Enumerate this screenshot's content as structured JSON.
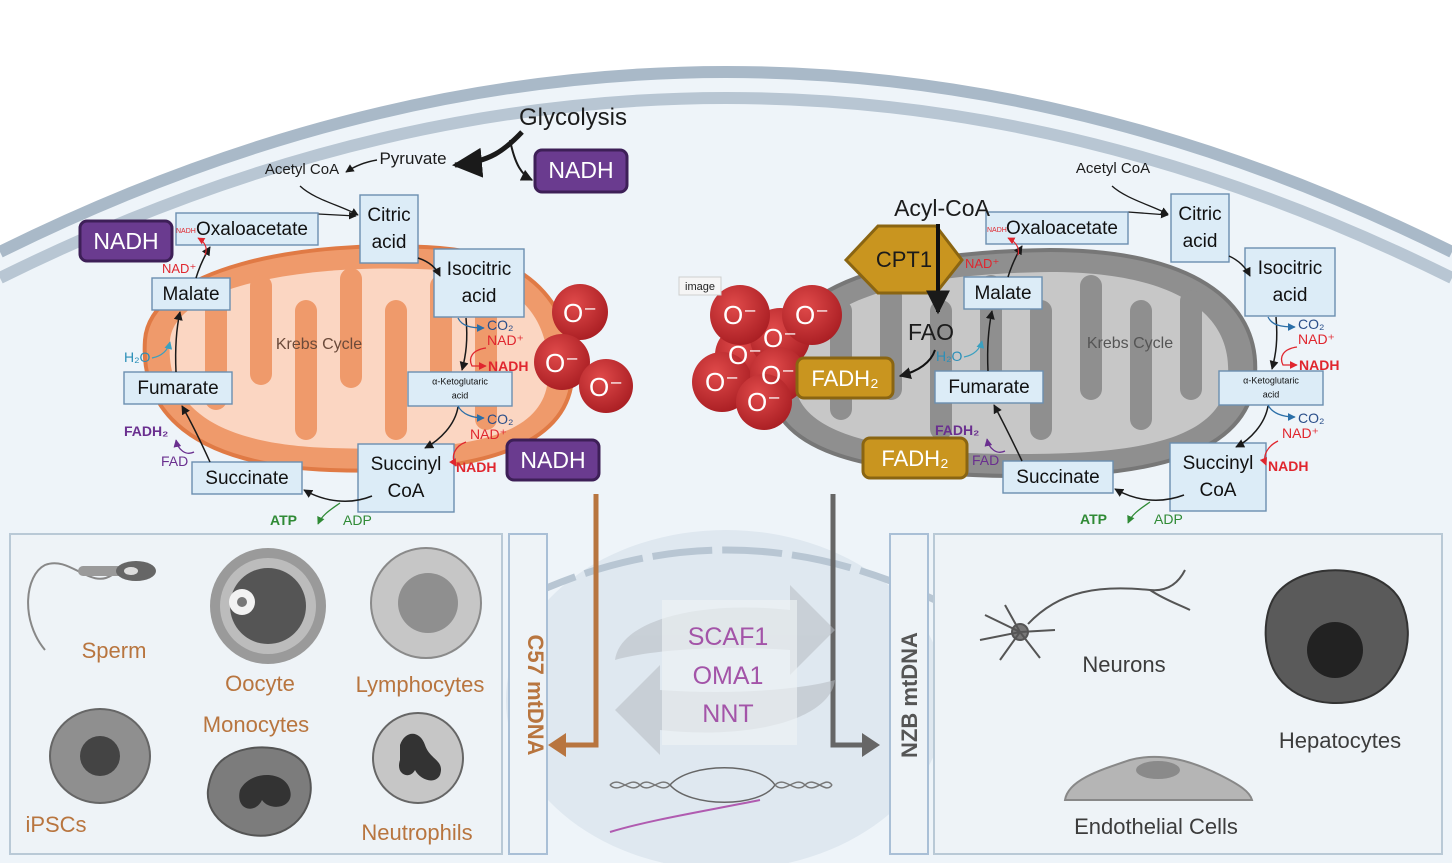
{
  "colors": {
    "nadh_badge": "#6a3b8f",
    "fadh2_badge": "#c9951f",
    "superoxide": "#c8262b",
    "mito_c57": "#ef9a6b",
    "mito_nzb": "#9a9a9a",
    "c57_arrow": "#b8753f",
    "nzb_arrow": "#666666",
    "rbp_text": "#a354a8",
    "cell_membrane": "#a9b9c8"
  },
  "top": {
    "glycolysis": "Glycolysis",
    "pyruvate": "Pyruvate",
    "nadh": "NADH"
  },
  "left_cycle": {
    "acetyl_coa": "Acetyl CoA",
    "krebs": "Krebs Cycle",
    "boxes": {
      "oxaloacetate": "Oxaloacetate",
      "citric_1": "Citric",
      "citric_2": "acid",
      "isocitric_1": "Isocitric",
      "isocitric_2": "acid",
      "akg_1": "α-Ketoglutaric",
      "akg_2": "acid",
      "succinyl_1": "Succinyl",
      "succinyl_2": "CoA",
      "succinate": "Succinate",
      "fumarate": "Fumarate",
      "malate": "Malate"
    },
    "nadh_left": "NADH",
    "nadh_bottom": "NADH",
    "nadh_small": "NADH",
    "nad_plus": "NAD⁺",
    "co2": "CO₂",
    "nad_plus_1": "NAD⁺",
    "nadh_1": "NADH",
    "co2_2": "CO₂",
    "nad_plus_2": "NAD⁺",
    "nadh_2": "NADH",
    "h2o": "H₂O",
    "fadh2": "FADH₂",
    "fad": "FAD",
    "atp": "ATP",
    "adp": "ADP",
    "ros": [
      "O⁻",
      "O⁻",
      "O⁻"
    ]
  },
  "right_cycle": {
    "acetyl_coa": "Acetyl CoA",
    "acyl_coa": "Acyl-CoA",
    "cpt1": "CPT1",
    "fao": "FAO",
    "krebs": "Krebs Cycle",
    "image_tag": "image",
    "boxes": {
      "oxaloacetate": "Oxaloacetate",
      "citric_1": "Citric",
      "citric_2": "acid",
      "isocitric_1": "Isocitric",
      "isocitric_2": "acid",
      "akg_1": "α-Ketoglutaric",
      "akg_2": "acid",
      "succinyl_1": "Succinyl",
      "succinyl_2": "CoA",
      "succinate": "Succinate",
      "fumarate": "Fumarate",
      "malate": "Malate"
    },
    "fadh2_a": "FADH₂",
    "fadh2_b": "FADH₂",
    "nadh_small": "NADH",
    "nad_plus": "NAD⁺",
    "co2": "CO₂",
    "nad_plus_1": "NAD⁺",
    "nadh_1": "NADH",
    "co2_2": "CO₂",
    "nad_plus_2": "NAD⁺",
    "nadh_2": "NADH",
    "h2o": "H₂O",
    "fadh2": "FADH₂",
    "fad": "FAD",
    "atp": "ATP",
    "adp": "ADP",
    "ros": [
      "O⁻",
      "O⁻",
      "O⁻",
      "O⁻",
      "O⁻",
      "O⁻",
      "O⁻"
    ]
  },
  "lower": {
    "c57_label": "C57 mtDNA",
    "nzb_label": "NZB mtDNA",
    "rbps": [
      "SCAF1",
      "OMA1",
      "NNT"
    ]
  },
  "left_cells": [
    "Sperm",
    "Oocyte",
    "Lymphocytes",
    "Monocytes",
    "iPSCs",
    "Neutrophils"
  ],
  "right_cells": [
    "Neurons",
    "Hepatocytes",
    "Endothelial Cells"
  ]
}
